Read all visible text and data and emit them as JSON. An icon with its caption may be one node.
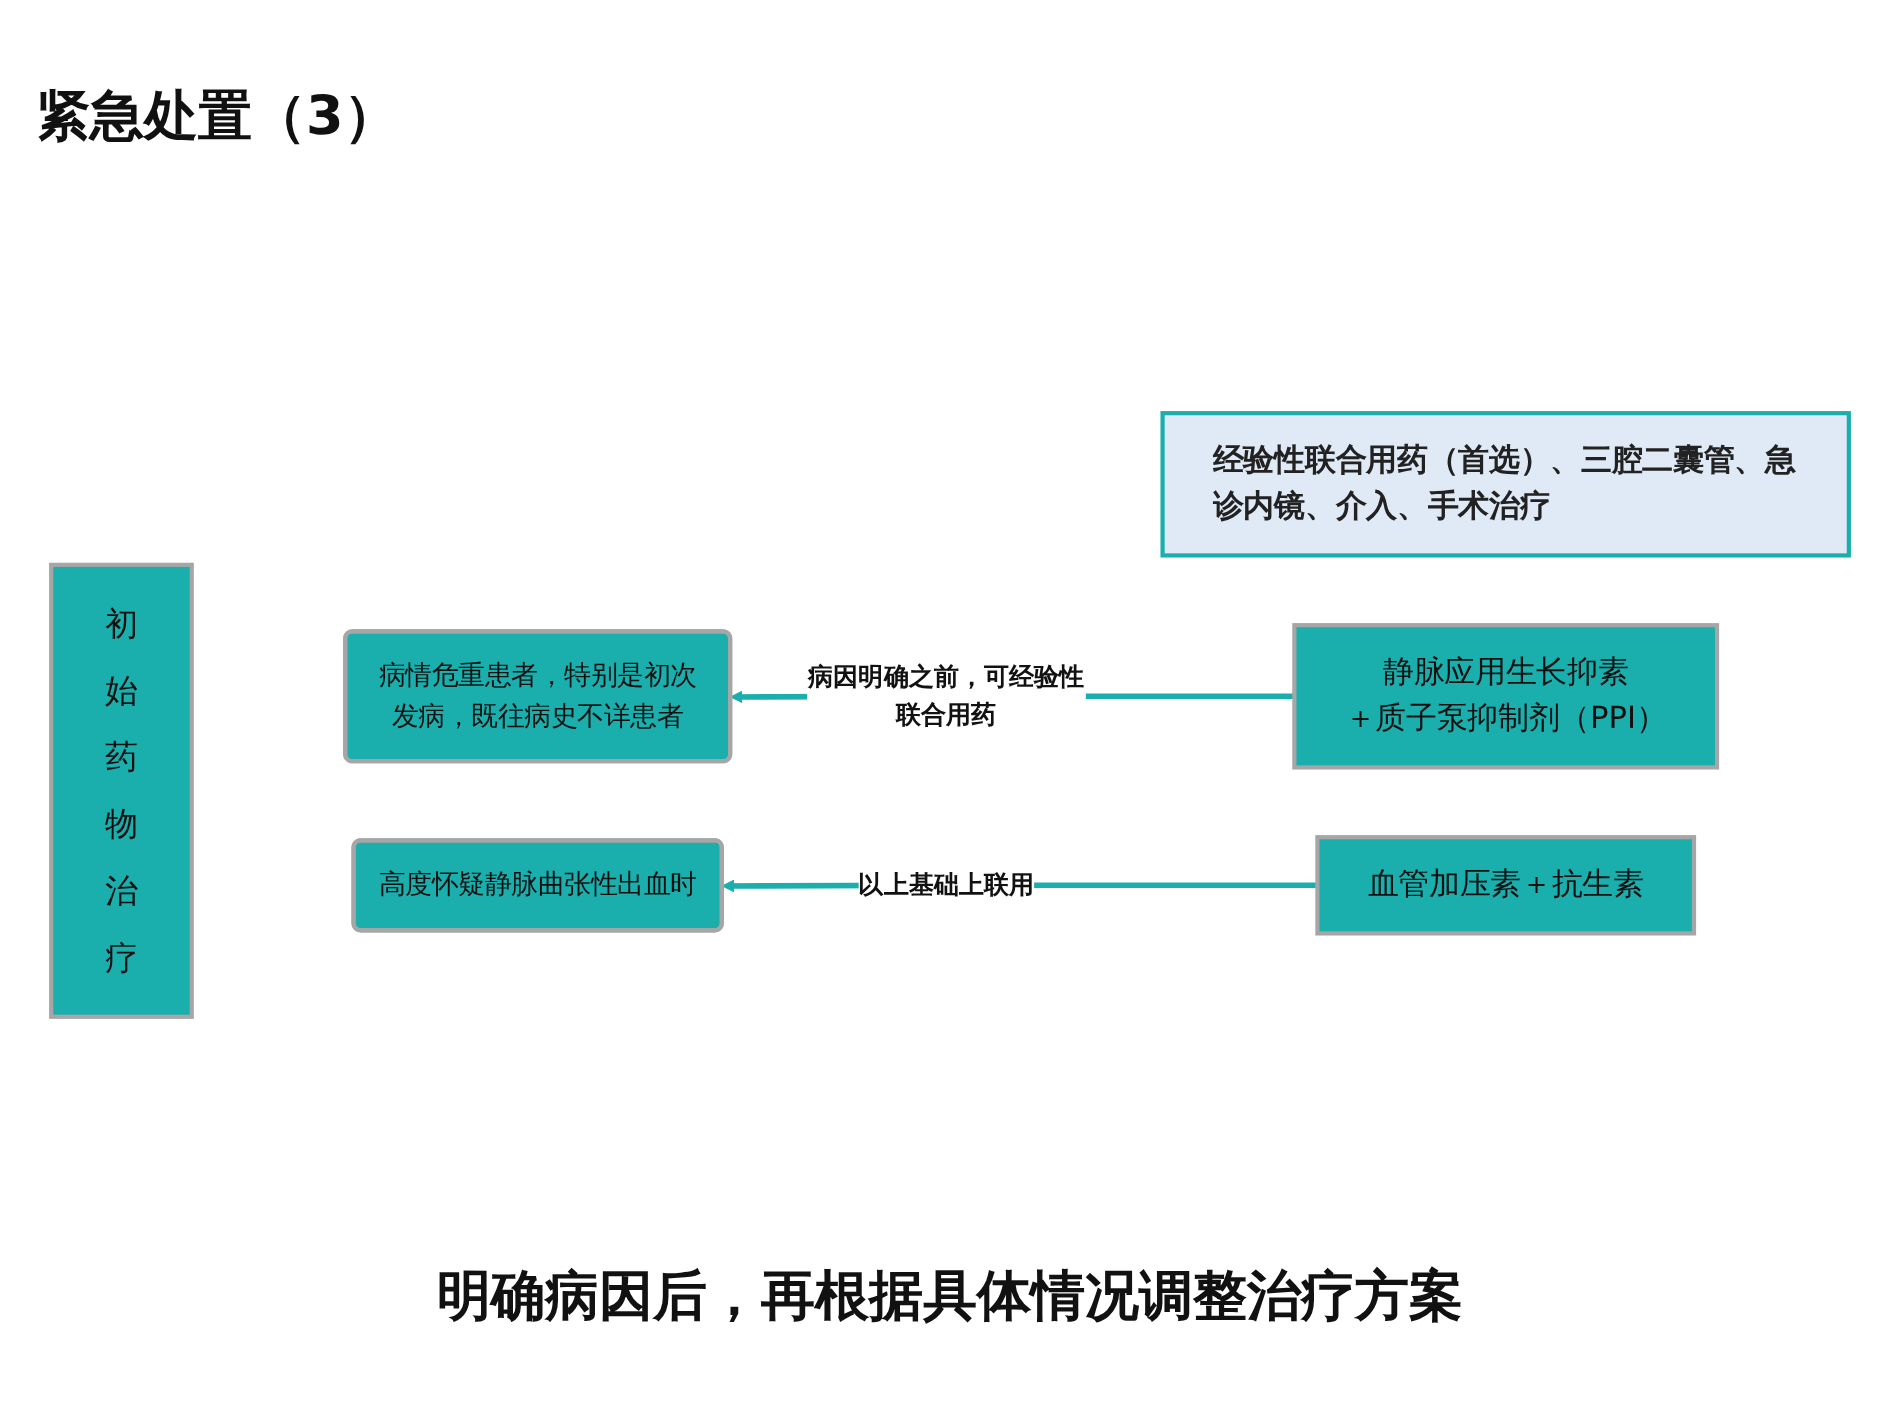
{
  "diagram": {
    "title": "紧急处置（3）",
    "nodes": [
      {
        "text": [
          "经验性联合用药（首选）、三腔二囊管、急诊内镜、介入、手术治疗"
        ]
      },
      {
        "text": [
          "初始药物治疗"
        ]
      },
      {
        "text": [
          "病情危重患者，特别是初次发病，既往病史不详患者"
        ]
      },
      {
        "text": [
          "高度怀疑静脉曲张性出血时"
        ]
      },
      {
        "text": [
          "静脉应用生长抑素",
          "＋质子泵抑制剂（PPI）"
        ]
      },
      {
        "text": [
          "血管加压素＋抗生素"
        ]
      }
    ],
    "edges": [
      {
        "from": 4,
        "to": 2,
        "arrow": "to",
        "label": "病因明确之前，可经验性联合用药"
      },
      {
        "from": 5,
        "to": 3,
        "arrow": "to",
        "label": "以上基础上联用"
      }
    ],
    "labels": [
      "明确病因后，再根据具体情况调整治疗方案"
    ]
  }
}
